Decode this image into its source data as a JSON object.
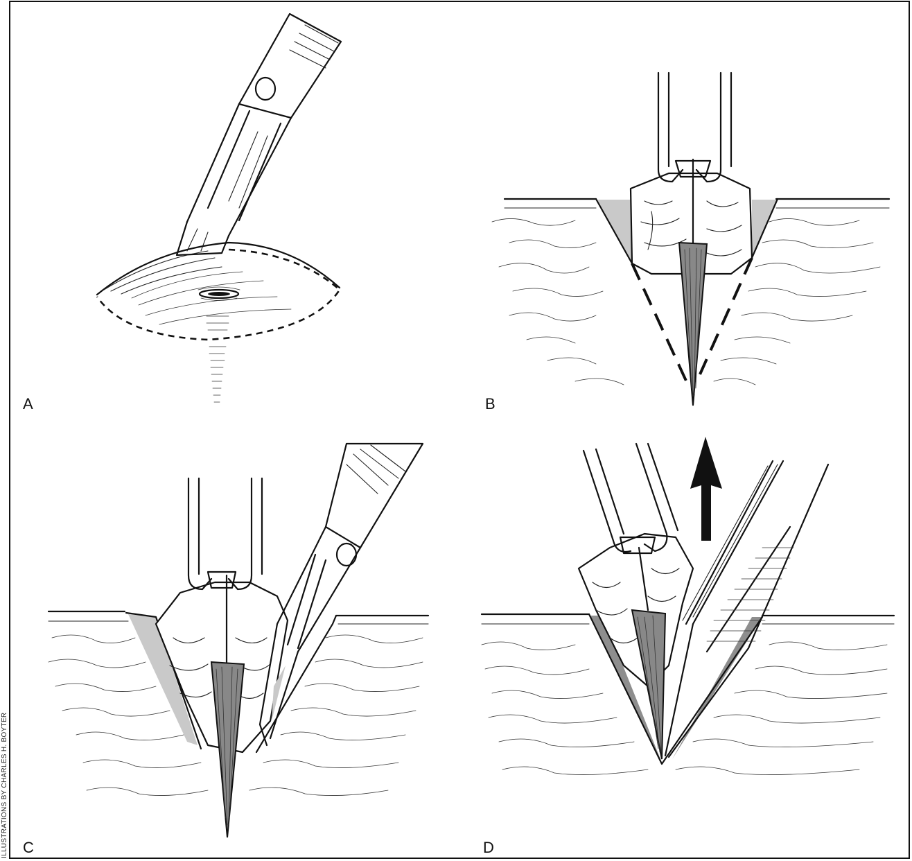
{
  "panels": [
    {
      "id": "A",
      "label": "A"
    },
    {
      "id": "B",
      "label": "B"
    },
    {
      "id": "C",
      "label": "C"
    },
    {
      "id": "D",
      "label": "D"
    }
  ],
  "credit": "ILLUSTRATIONS BY CHARLES H. BOYTER",
  "colors": {
    "ink": "#111111",
    "tissue_shade": "#c9c9c9",
    "background": "#ffffff"
  }
}
